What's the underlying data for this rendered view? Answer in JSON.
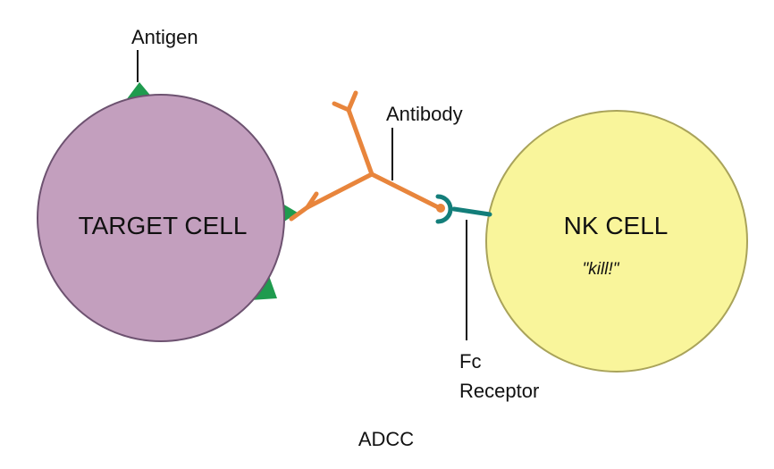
{
  "diagram": {
    "caption": "ADCC",
    "target_cell": {
      "label": "TARGET CELL",
      "fill": "#c39fbe",
      "stroke": "#6d5270"
    },
    "nk_cell": {
      "label": "NK CELL",
      "speech": "\"kill!\"",
      "fill": "#f9f59b",
      "stroke": "#a9a35a"
    },
    "labels": {
      "antigen": "Antigen",
      "antibody": "Antibody",
      "fc_receptor_line1": "Fc",
      "fc_receptor_line2": "Receptor"
    },
    "colors": {
      "antigen": "#1f9b4e",
      "antibody": "#e8853c",
      "fc_receptor": "#137e7a",
      "leader_line": "#111111"
    }
  }
}
